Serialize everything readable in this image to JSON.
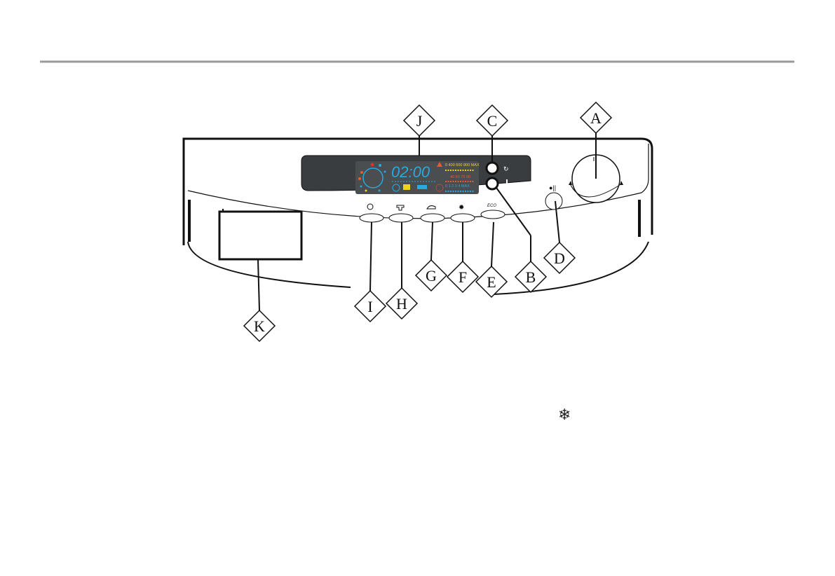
{
  "colors": {
    "rule": "#9a9a9a",
    "display_bg": "#3a3d3f",
    "lcd_bg": "#4a4e50",
    "lcd_blue": "#27a9e1",
    "lcd_yellow": "#f0d020",
    "lcd_orange": "#f05a28",
    "lcd_red": "#e03030"
  },
  "callouts": {
    "A": "A",
    "B": "B",
    "C": "C",
    "D": "D",
    "E": "E",
    "F": "F",
    "G": "G",
    "H": "H",
    "I": "I",
    "J": "J",
    "K": "K"
  },
  "display": {
    "time": "02:00",
    "spin_speeds": "0 400 600 800 MAX",
    "temperatures": "40 60 75 90",
    "soil_levels": "0 1 2 3 4 MAX"
  },
  "buttons": {
    "eco_label": "ECO",
    "icons": [
      "timer-icon",
      "stain-shirt-icon",
      "iron-icon",
      "quick-wash-icon"
    ]
  },
  "right_buttons": [
    "spin-icon",
    "temperature-icon"
  ],
  "start_pause_icon": "start-pause-icon",
  "footer_icon": "snowflake-icon"
}
